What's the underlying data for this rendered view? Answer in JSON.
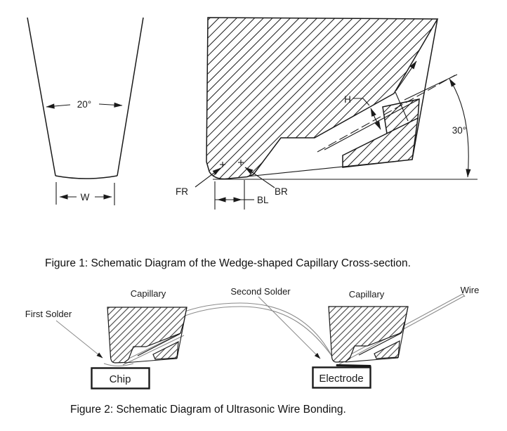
{
  "figure1": {
    "caption": "Figure 1: Schematic Diagram of the Wedge-shaped Capillary Cross-section.",
    "labels": {
      "taper_angle": "20°",
      "tip_width": "W",
      "hole_height": "H",
      "feed_angle": "30°",
      "front_radius": "FR",
      "back_radius": "BR",
      "bond_length": "BL"
    }
  },
  "figure2": {
    "caption": "Figure 2: Schematic Diagram of Ultrasonic Wire Bonding.",
    "labels": {
      "first_solder": "First Solder",
      "capillary_left": "Capillary",
      "second_solder": "Second Solder",
      "capillary_right": "Capillary",
      "wire": "Wire",
      "chip": "Chip",
      "electrode": "Electrode"
    }
  },
  "colors": {
    "line": "#1a1a1a",
    "wire_gray": "#8a8a8a",
    "background": "#ffffff"
  }
}
